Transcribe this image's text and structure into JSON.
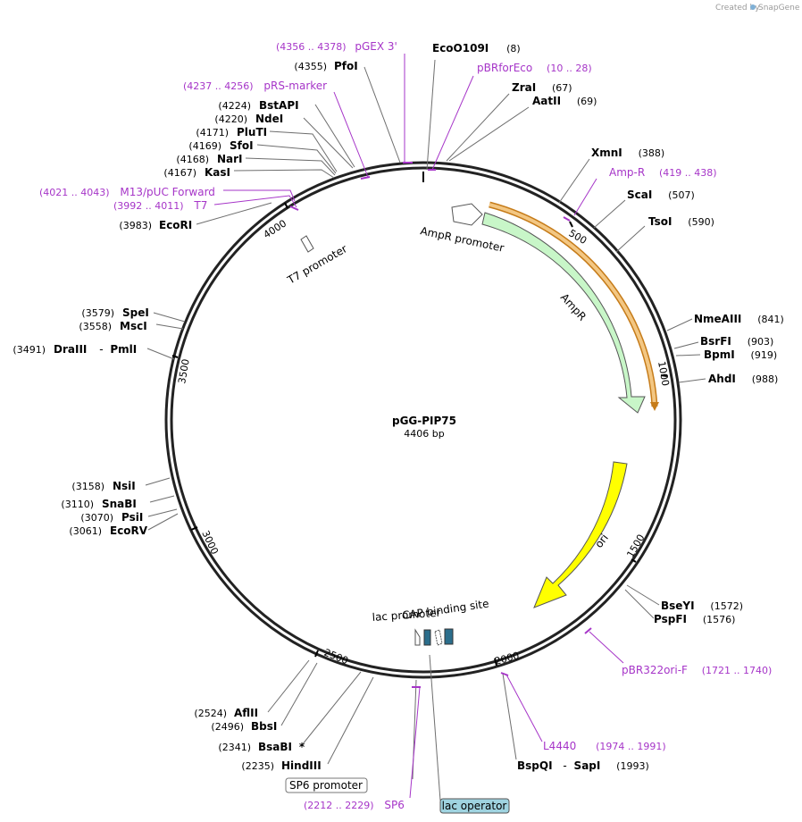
{
  "brand": {
    "created_by": "Created by",
    "name": "SnapGene"
  },
  "plasmid": {
    "name": "pGG-PIP75",
    "size": "4406 bp"
  },
  "ticks": [
    "500",
    "1000",
    "1500",
    "2000",
    "2500",
    "3000",
    "3500",
    "4000"
  ],
  "features": {
    "ampr_promoter": "AmpR promoter",
    "ampr": "AmpR",
    "ori": "ori",
    "t7_promoter": "T7 promoter",
    "cap_site": "CAP binding site",
    "lac_promoter": "lac promoter",
    "sp6_promoter": "SP6 promoter",
    "lac_operator": "lac operator"
  },
  "sites": [
    {
      "name": "EcoO109I",
      "pos": "(8)"
    },
    {
      "name": "ZraI",
      "pos": "(67)"
    },
    {
      "name": "AatII",
      "pos": "(69)"
    },
    {
      "name": "XmnI",
      "pos": "(388)"
    },
    {
      "name": "ScaI",
      "pos": "(507)"
    },
    {
      "name": "TsoI",
      "pos": "(590)"
    },
    {
      "name": "NmeAIII",
      "pos": "(841)"
    },
    {
      "name": "BsrFI",
      "pos": "(903)"
    },
    {
      "name": "BpmI",
      "pos": "(919)"
    },
    {
      "name": "AhdI",
      "pos": "(988)"
    },
    {
      "name": "BseYI",
      "pos": "(1572)"
    },
    {
      "name": "PspFI",
      "pos": "(1576)"
    },
    {
      "name": "BspQI",
      "sep": "-",
      "name2": "SapI",
      "pos": "(1993)"
    },
    {
      "name": "AflII",
      "pos": "(2524)"
    },
    {
      "name": "BbsI",
      "pos": "(2496)"
    },
    {
      "name": "BsaBI",
      "star": "*",
      "pos": "(2341)"
    },
    {
      "name": "HindIII",
      "pos": "(2235)"
    },
    {
      "name": "EcoRV",
      "pos": "(3061)"
    },
    {
      "name": "PsiI",
      "pos": "(3070)"
    },
    {
      "name": "SnaBI",
      "pos": "(3110)"
    },
    {
      "name": "NsiI",
      "pos": "(3158)"
    },
    {
      "name": "DraIII",
      "sep": "-",
      "name2": "PmlI",
      "pos": "(3491)"
    },
    {
      "name": "MscI",
      "pos": "(3558)"
    },
    {
      "name": "SpeI",
      "pos": "(3579)"
    },
    {
      "name": "EcoRI",
      "pos": "(3983)"
    },
    {
      "name": "KasI",
      "pos": "(4167)"
    },
    {
      "name": "NarI",
      "pos": "(4168)"
    },
    {
      "name": "SfoI",
      "pos": "(4169)"
    },
    {
      "name": "PluTI",
      "pos": "(4171)"
    },
    {
      "name": "NdeI",
      "pos": "(4220)"
    },
    {
      "name": "BstAPI",
      "pos": "(4224)"
    },
    {
      "name": "PfoI",
      "pos": "(4355)"
    }
  ],
  "primers": [
    {
      "name": "pGEX 3'",
      "range": "(4356 .. 4378)"
    },
    {
      "name": "pBRforEco",
      "range": "(10 .. 28)"
    },
    {
      "name": "pRS-marker",
      "range": "(4237 .. 4256)"
    },
    {
      "name": "Amp-R",
      "range": "(419 .. 438)"
    },
    {
      "name": "M13/pUC Forward",
      "range": "(4021 .. 4043)"
    },
    {
      "name": "T7",
      "range": "(3992 .. 4011)"
    },
    {
      "name": "pBR322ori-F",
      "range": "(1721 .. 1740)"
    },
    {
      "name": "L4440",
      "range": "(1974 .. 1991)"
    },
    {
      "name": "SP6",
      "range": "(2212 .. 2229)"
    }
  ]
}
